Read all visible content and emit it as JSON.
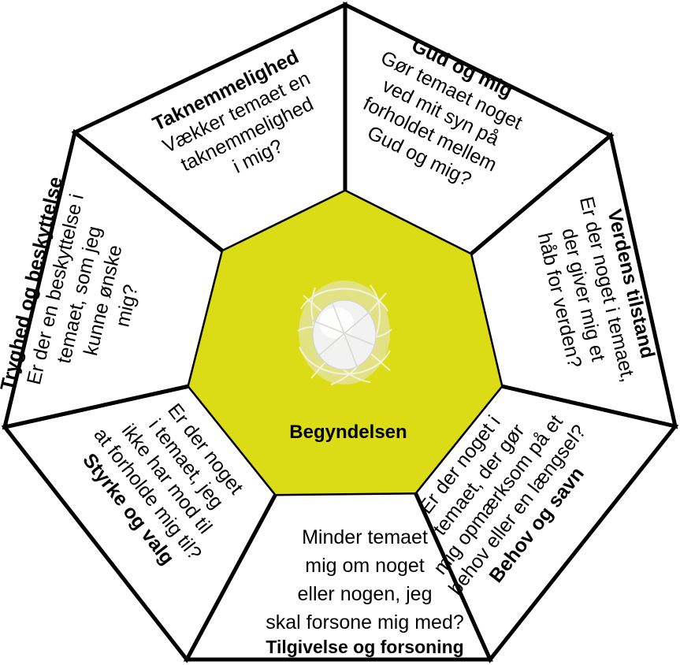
{
  "diagram": {
    "center": {
      "label": "Begyndelsen",
      "color": "#dcdc16",
      "image": "white-egg-in-barbed-wire-nest"
    },
    "segments": [
      {
        "id": "taknemmelighed",
        "title": "Taknemmelighed",
        "lines": [
          "Vækker temaet en",
          "taknemmelighed",
          "i mig?"
        ]
      },
      {
        "id": "gud-og-mig",
        "title": "Gud og mig",
        "lines": [
          "Gør temaet noget",
          "ved mit syn på",
          "forholdet mellem",
          "Gud og mig?"
        ]
      },
      {
        "id": "verdens-tilstand",
        "title": "Verdens tilstand",
        "lines": [
          "Er der noget i temaet,",
          "der giver mig et",
          "håb for verden?"
        ]
      },
      {
        "id": "behov-og-savn",
        "title": "Behov og savn",
        "lines": [
          "Er der noget i",
          "temaet, der gør",
          "mig opmærksom på et",
          "behov eller en længsel?"
        ]
      },
      {
        "id": "tilgivelse-og-forsoning",
        "title": "Tilgivelse og forsoning",
        "lines": [
          "Minder temaet",
          "mig om noget",
          "eller nogen, jeg",
          "skal forsone mig med?"
        ]
      },
      {
        "id": "styrke-og-valg",
        "title": "Styrke og valg",
        "lines": [
          "Er der noget",
          "i temaet, jeg",
          "ikke har mod til",
          "at forholde mig til?"
        ]
      },
      {
        "id": "tryghed-og-beskyttelse",
        "title": "Tryghed og beskyttelse",
        "lines": [
          "Er der en beskyttelse i",
          "temaet, som jeg",
          "kunne ønske",
          "mig?"
        ]
      }
    ]
  }
}
